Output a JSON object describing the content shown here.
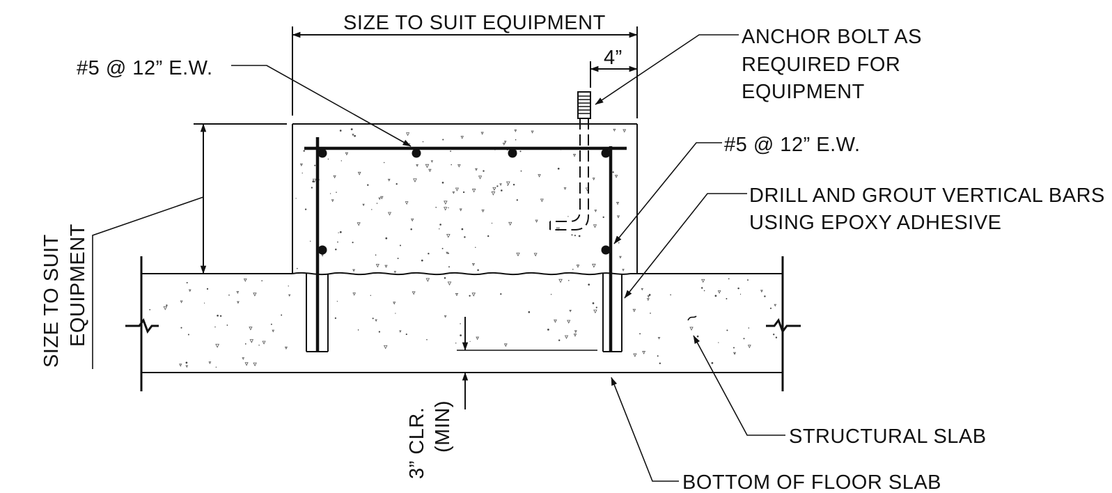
{
  "labels": {
    "top_dim": "SIZE TO SUIT EQUIPMENT",
    "side_dim_1": "SIZE TO SUIT",
    "side_dim_2": "EQUIPMENT",
    "rebar_top": "#5 @ 12” E.W.",
    "rebar_right": "#5 @ 12” E.W.",
    "bolt_offset": "4”",
    "anchor_1": "ANCHOR BOLT AS",
    "anchor_2": "REQUIRED FOR",
    "anchor_3": "EQUIPMENT",
    "drill_1": "DRILL AND GROUT VERTICAL BARS",
    "drill_2": "USING EPOXY ADHESIVE",
    "clear_1": "3” CLR.",
    "clear_2": "(MIN)",
    "structural": "STRUCTURAL SLAB",
    "bottom": "BOTTOM OF FLOOR SLAB"
  }
}
